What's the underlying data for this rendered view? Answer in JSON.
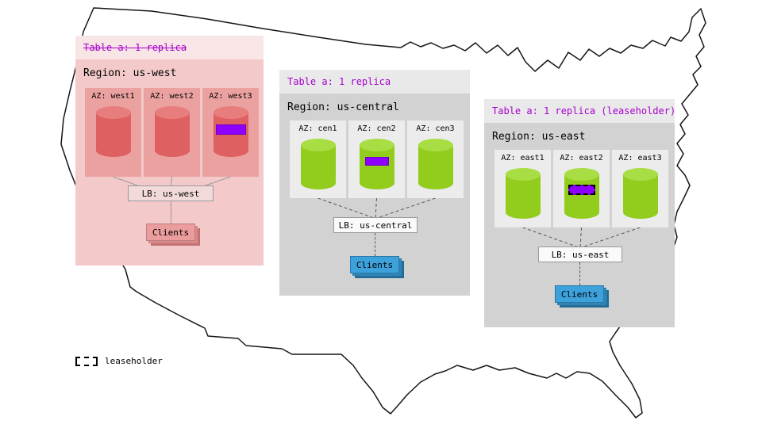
{
  "regions": [
    {
      "name": "us-west",
      "status": "offline",
      "table_label": "Table a: 1 replica",
      "table_label_strikethrough": true,
      "region_label": "Region: us-west",
      "azs": [
        {
          "label": "AZ: west1",
          "has_replica_marker": false
        },
        {
          "label": "AZ: west2",
          "has_replica_marker": false
        },
        {
          "label": "AZ: west3",
          "has_replica_marker": true,
          "is_leaseholder": false
        }
      ],
      "lb_label": "LB: us-west",
      "clients_label": "Clients",
      "theme": {
        "header_bg": "#f8e6e6",
        "body_bg": "#f3c9c9",
        "az_bg": "#eca1a1",
        "cylinder_body": "#df6060",
        "cylinder_top": "#e87d7d",
        "clients_bg": "#eb9c9c"
      }
    },
    {
      "name": "us-central",
      "status": "online",
      "table_label": "Table a: 1 replica",
      "table_label_strikethrough": false,
      "region_label": "Region: us-central",
      "azs": [
        {
          "label": "AZ: cen1",
          "has_replica_marker": false
        },
        {
          "label": "AZ: cen2",
          "has_replica_marker": true,
          "is_leaseholder": false
        },
        {
          "label": "AZ: cen3",
          "has_replica_marker": false
        }
      ],
      "lb_label": "LB: us-central",
      "clients_label": "Clients",
      "theme": {
        "header_bg": "#e9e9e9",
        "body_bg": "#d2d2d2",
        "az_bg": "#ececec",
        "cylinder_body": "#92cd1e",
        "cylinder_top": "#a9dd44",
        "clients_bg": "#3da2dc"
      }
    },
    {
      "name": "us-east",
      "status": "online",
      "table_label": "Table a: 1 replica (leaseholder)",
      "table_label_strikethrough": false,
      "region_label": "Region: us-east",
      "azs": [
        {
          "label": "AZ: east1",
          "has_replica_marker": false
        },
        {
          "label": "AZ: east2",
          "has_replica_marker": true,
          "is_leaseholder": true
        },
        {
          "label": "AZ: east3",
          "has_replica_marker": false
        }
      ],
      "lb_label": "LB: us-east",
      "clients_label": "Clients",
      "theme": {
        "header_bg": "#e9e9e9",
        "body_bg": "#d2d2d2",
        "az_bg": "#ececec",
        "cylinder_body": "#92cd1e",
        "cylinder_top": "#a9dd44",
        "clients_bg": "#3da2dc"
      }
    }
  ],
  "legend": {
    "label": "leaseholder"
  },
  "colors": {
    "table_label_text": "#a800cf",
    "replica_marker": "#8d00ff",
    "map_outline": "#151515"
  }
}
